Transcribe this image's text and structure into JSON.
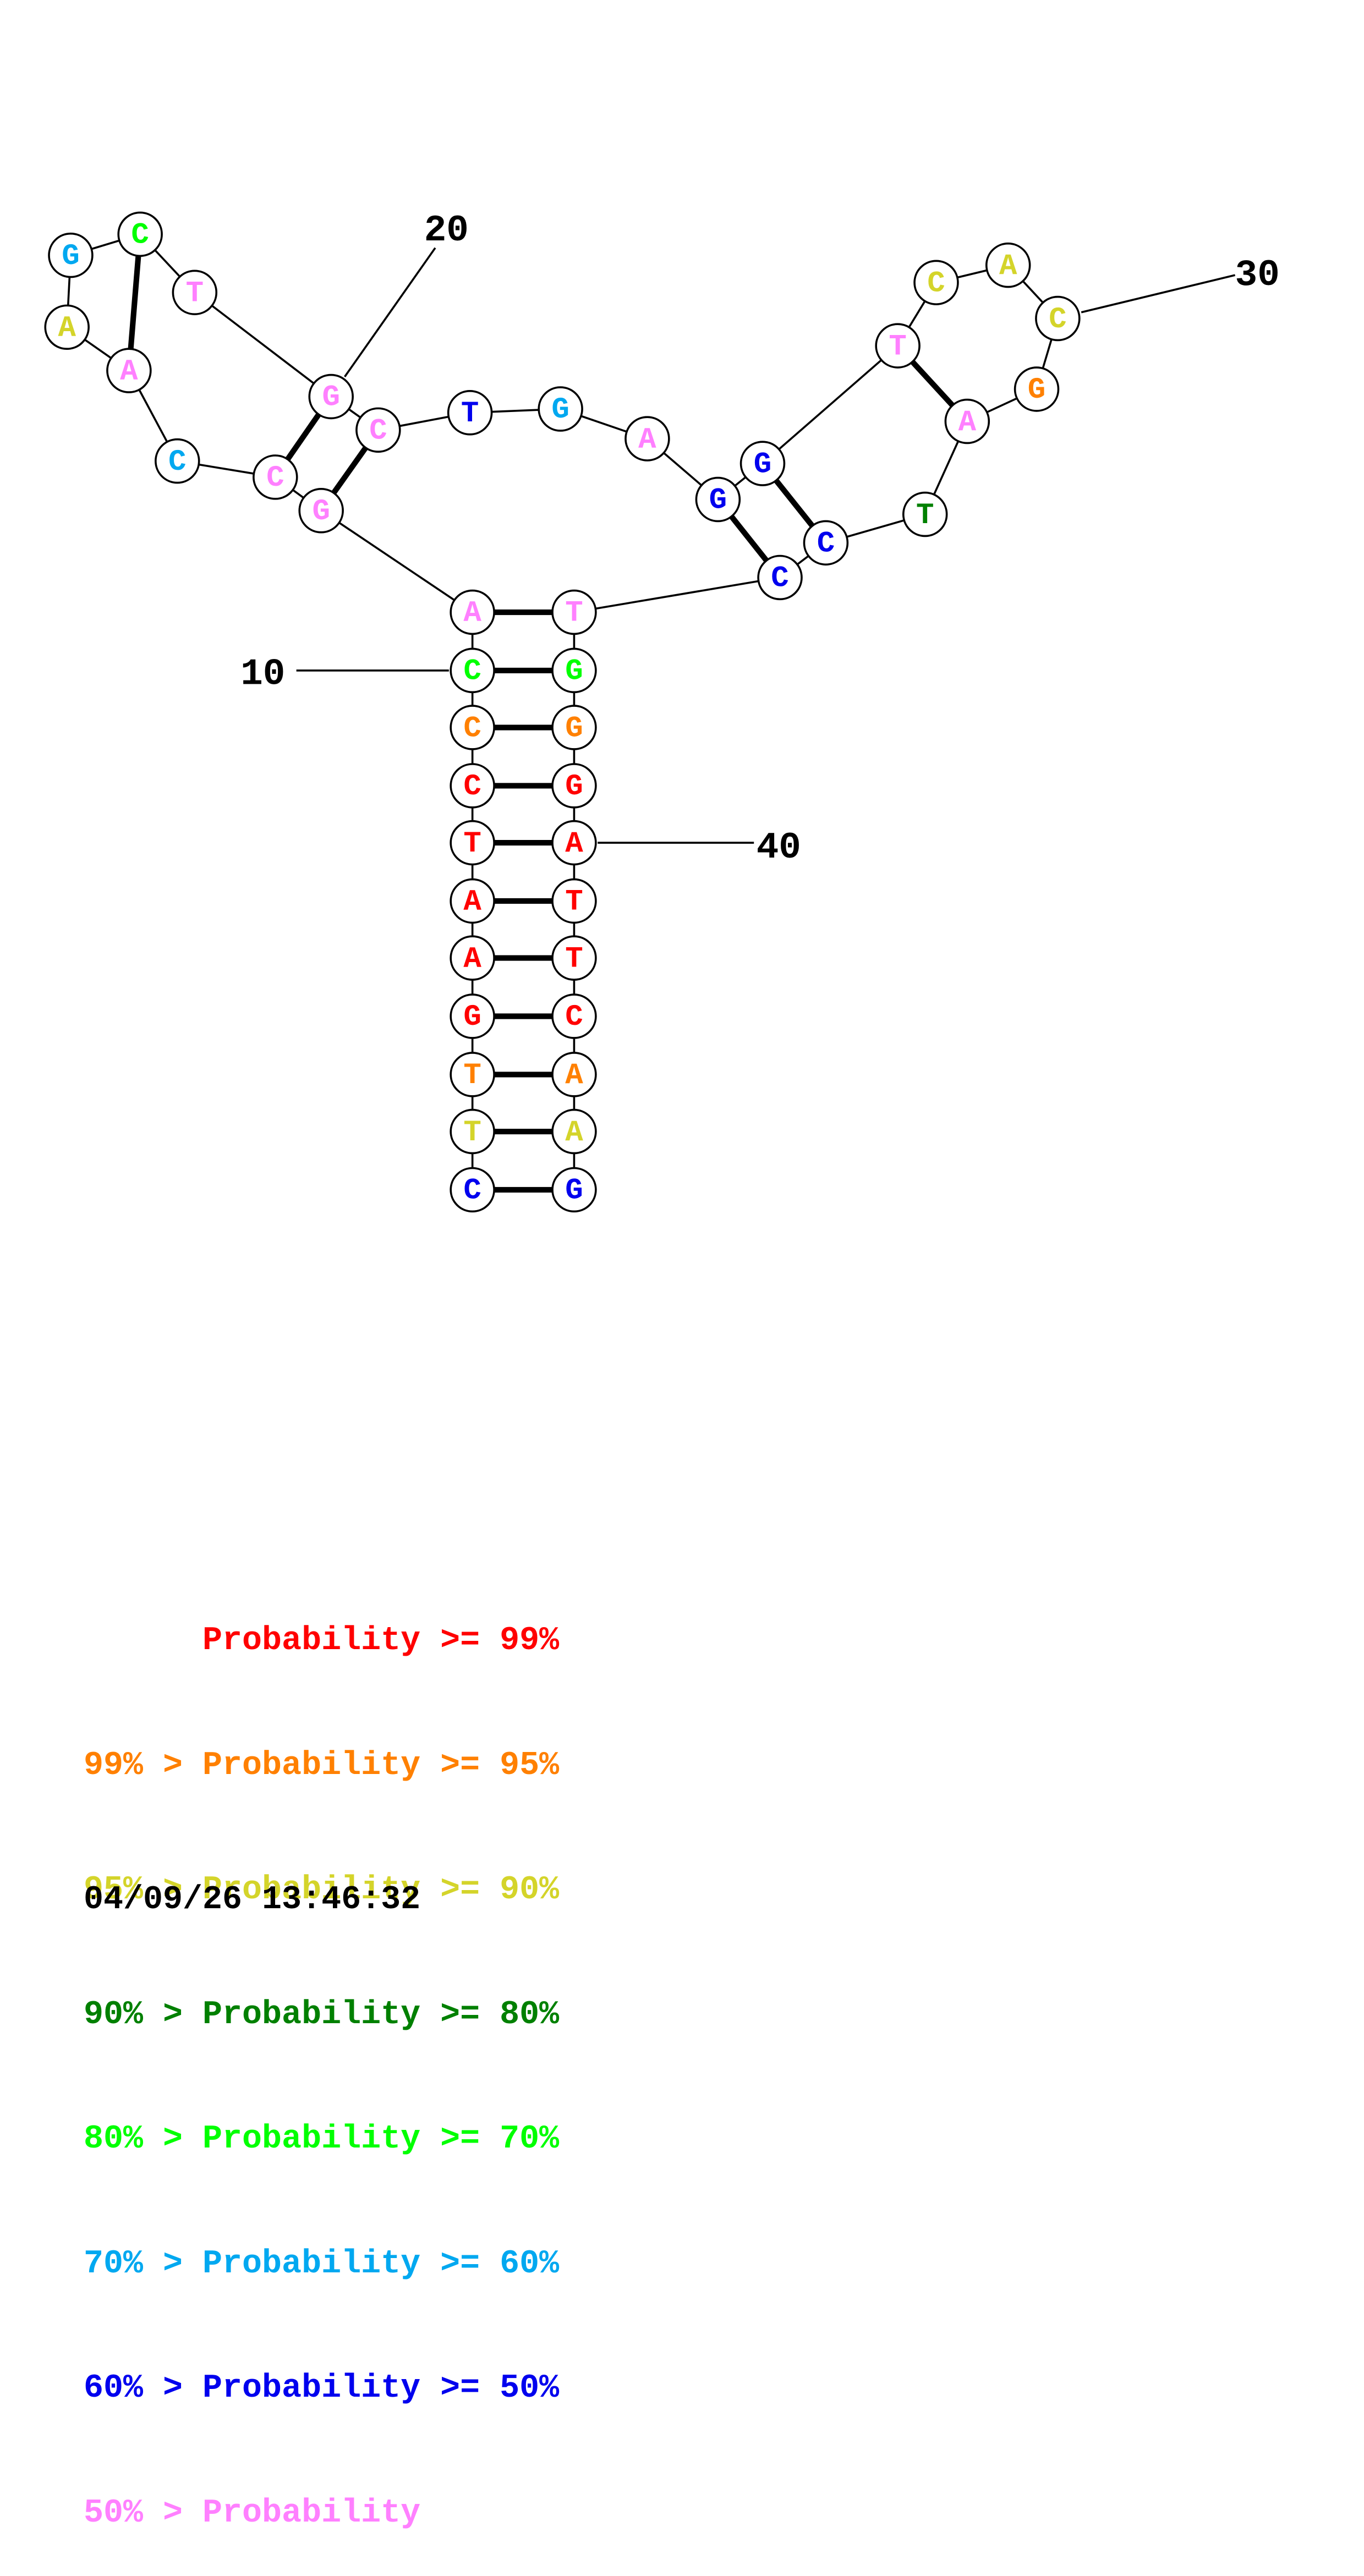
{
  "title": "RNA/DNA secondary structure probability plot",
  "colors": {
    "p99": "#ff0000",
    "p95": "#ff8000",
    "p90": "#d4d42a",
    "p80": "#008000",
    "p70": "#00ff00",
    "p60": "#00a8f0",
    "p50": "#0000ee",
    "plow": "#ff80ff"
  },
  "sequence": [
    {
      "n": 1,
      "base": "C",
      "level": "p50"
    },
    {
      "n": 2,
      "base": "T",
      "level": "p90"
    },
    {
      "n": 3,
      "base": "T",
      "level": "p95"
    },
    {
      "n": 4,
      "base": "G",
      "level": "p99"
    },
    {
      "n": 5,
      "base": "A",
      "level": "p99"
    },
    {
      "n": 6,
      "base": "A",
      "level": "p99"
    },
    {
      "n": 7,
      "base": "T",
      "level": "p99"
    },
    {
      "n": 8,
      "base": "C",
      "level": "p99"
    },
    {
      "n": 9,
      "base": "C",
      "level": "p95"
    },
    {
      "n": 10,
      "base": "C",
      "level": "p70"
    },
    {
      "n": 11,
      "base": "A",
      "level": "plow"
    },
    {
      "n": 12,
      "base": "G",
      "level": "plow"
    },
    {
      "n": 13,
      "base": "C",
      "level": "plow"
    },
    {
      "n": 14,
      "base": "C",
      "level": "p60"
    },
    {
      "n": 15,
      "base": "A",
      "level": "plow"
    },
    {
      "n": 16,
      "base": "A",
      "level": "p90"
    },
    {
      "n": 17,
      "base": "G",
      "level": "p60"
    },
    {
      "n": 18,
      "base": "C",
      "level": "p70"
    },
    {
      "n": 19,
      "base": "T",
      "level": "plow"
    },
    {
      "n": 20,
      "base": "G",
      "level": "plow"
    },
    {
      "n": 21,
      "base": "C",
      "level": "plow"
    },
    {
      "n": 22,
      "base": "T",
      "level": "p50"
    },
    {
      "n": 23,
      "base": "G",
      "level": "p60"
    },
    {
      "n": 24,
      "base": "A",
      "level": "plow"
    },
    {
      "n": 25,
      "base": "G",
      "level": "p50"
    },
    {
      "n": 26,
      "base": "G",
      "level": "p50"
    },
    {
      "n": 27,
      "base": "T",
      "level": "plow"
    },
    {
      "n": 28,
      "base": "C",
      "level": "p90"
    },
    {
      "n": 29,
      "base": "A",
      "level": "p90"
    },
    {
      "n": 30,
      "base": "C",
      "level": "p90"
    },
    {
      "n": 31,
      "base": "G",
      "level": "p95"
    },
    {
      "n": 32,
      "base": "A",
      "level": "plow"
    },
    {
      "n": 33,
      "base": "T",
      "level": "p80"
    },
    {
      "n": 34,
      "base": "C",
      "level": "p50"
    },
    {
      "n": 35,
      "base": "C",
      "level": "p50"
    },
    {
      "n": 36,
      "base": "T",
      "level": "plow"
    },
    {
      "n": 37,
      "base": "G",
      "level": "p70"
    },
    {
      "n": 38,
      "base": "G",
      "level": "p95"
    },
    {
      "n": 39,
      "base": "G",
      "level": "p99"
    },
    {
      "n": 40,
      "base": "A",
      "level": "p99"
    },
    {
      "n": 41,
      "base": "T",
      "level": "p99"
    },
    {
      "n": 42,
      "base": "T",
      "level": "p99"
    },
    {
      "n": 43,
      "base": "C",
      "level": "p99"
    },
    {
      "n": 44,
      "base": "A",
      "level": "p95"
    },
    {
      "n": 45,
      "base": "A",
      "level": "p90"
    },
    {
      "n": 46,
      "base": "G",
      "level": "p50"
    }
  ],
  "pairs": [
    [
      1,
      46
    ],
    [
      2,
      45
    ],
    [
      3,
      44
    ],
    [
      4,
      43
    ],
    [
      5,
      42
    ],
    [
      6,
      41
    ],
    [
      7,
      40
    ],
    [
      8,
      39
    ],
    [
      9,
      38
    ],
    [
      10,
      37
    ],
    [
      11,
      36
    ],
    [
      12,
      21
    ],
    [
      13,
      20
    ],
    [
      15,
      18
    ],
    [
      25,
      35
    ],
    [
      26,
      34
    ],
    [
      27,
      32
    ]
  ],
  "position_markers": [
    {
      "n": 10,
      "label": "10"
    },
    {
      "n": 20,
      "label": "20"
    },
    {
      "n": 30,
      "label": "30"
    },
    {
      "n": 40,
      "label": "40"
    }
  ],
  "legend": [
    {
      "text": "      Probability >= 99%",
      "level": "p99"
    },
    {
      "text": "99% > Probability >= 95%",
      "level": "p95"
    },
    {
      "text": "95% > Probability >= 90%",
      "level": "p90"
    },
    {
      "text": "90% > Probability >= 80%",
      "level": "p80"
    },
    {
      "text": "80% > Probability >= 70%",
      "level": "p70"
    },
    {
      "text": "70% > Probability >= 60%",
      "level": "p60"
    },
    {
      "text": "60% > Probability >= 50%",
      "level": "p50"
    },
    {
      "text": "50% > Probability",
      "level": "plow"
    }
  ],
  "timestamp": "04/09/26 13:46:32"
}
